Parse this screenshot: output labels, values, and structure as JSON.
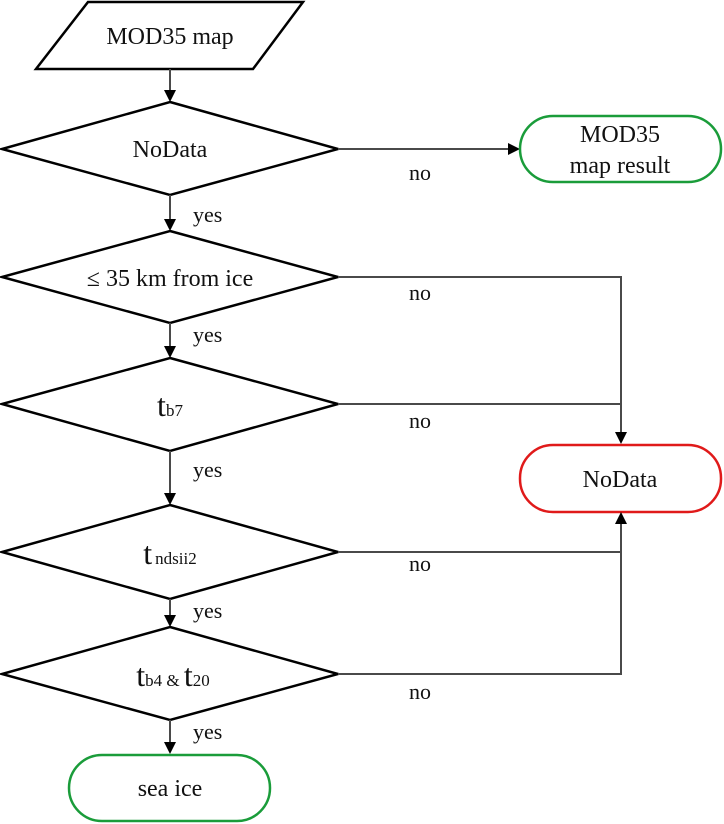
{
  "diagram": {
    "type": "flowchart",
    "colors": {
      "terminal_success": "#1a9c3a",
      "terminal_nodata": "#e01a1a",
      "stroke": "#000000",
      "connector": "#4a4a4a"
    },
    "input": {
      "label": "MOD35 map"
    },
    "decisions": [
      {
        "id": "nodata-check",
        "label": "NoData"
      },
      {
        "id": "distance-check",
        "label": "≤ 35 km from ice"
      },
      {
        "id": "tb7-check",
        "base": "t",
        "sub": "b7"
      },
      {
        "id": "tndsii2-check",
        "base": "t",
        "sub": "ndsii2"
      },
      {
        "id": "tb4-t20-check",
        "base": "t",
        "sub": "b4 & ",
        "base2": "t",
        "sub2": "20"
      }
    ],
    "terminals": {
      "mod35_result": {
        "line1": "MOD35",
        "line2": "map result"
      },
      "nodata": {
        "label": "NoData"
      },
      "sea_ice": {
        "label": "sea ice"
      }
    },
    "edge_labels": {
      "yes": "yes",
      "no": "no"
    },
    "edges": [
      {
        "from": "MOD35 map",
        "to": "NoData?",
        "label": ""
      },
      {
        "from": "NoData?",
        "to": "MOD35 map result",
        "label": "no"
      },
      {
        "from": "NoData?",
        "to": "≤ 35 km from ice",
        "label": "yes"
      },
      {
        "from": "≤ 35 km from ice",
        "to": "NoData",
        "label": "no"
      },
      {
        "from": "≤ 35 km from ice",
        "to": "t b7",
        "label": "yes"
      },
      {
        "from": "t b7",
        "to": "NoData",
        "label": "no"
      },
      {
        "from": "t b7",
        "to": "t ndsii2",
        "label": "yes"
      },
      {
        "from": "t ndsii2",
        "to": "NoData",
        "label": "no"
      },
      {
        "from": "t ndsii2",
        "to": "t b4 & t 20",
        "label": "yes"
      },
      {
        "from": "t b4 & t 20",
        "to": "NoData",
        "label": "no"
      },
      {
        "from": "t b4 & t 20",
        "to": "sea ice",
        "label": "yes"
      }
    ]
  }
}
